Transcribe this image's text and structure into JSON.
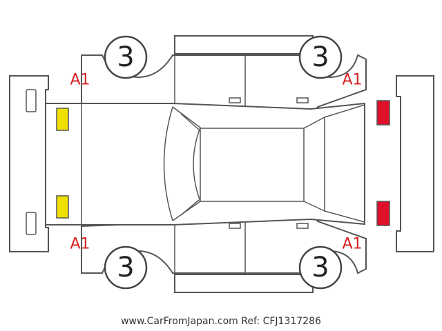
{
  "wheels": {
    "front_left": "3",
    "front_right": "3",
    "rear_left": "3",
    "rear_right": "3"
  },
  "damage_codes": {
    "front_left_fender": "A1",
    "front_right_fender": "A1",
    "rear_left_fender": "A1",
    "rear_right_fender": "A1"
  },
  "colors": {
    "line": "#555555",
    "damage_text": "#d42020",
    "headlight_marker": "#f0e000",
    "taillight_marker": "#e0102a"
  },
  "footer": {
    "source": "www.CarFromJapan.com Ref: CFJ1317286"
  }
}
